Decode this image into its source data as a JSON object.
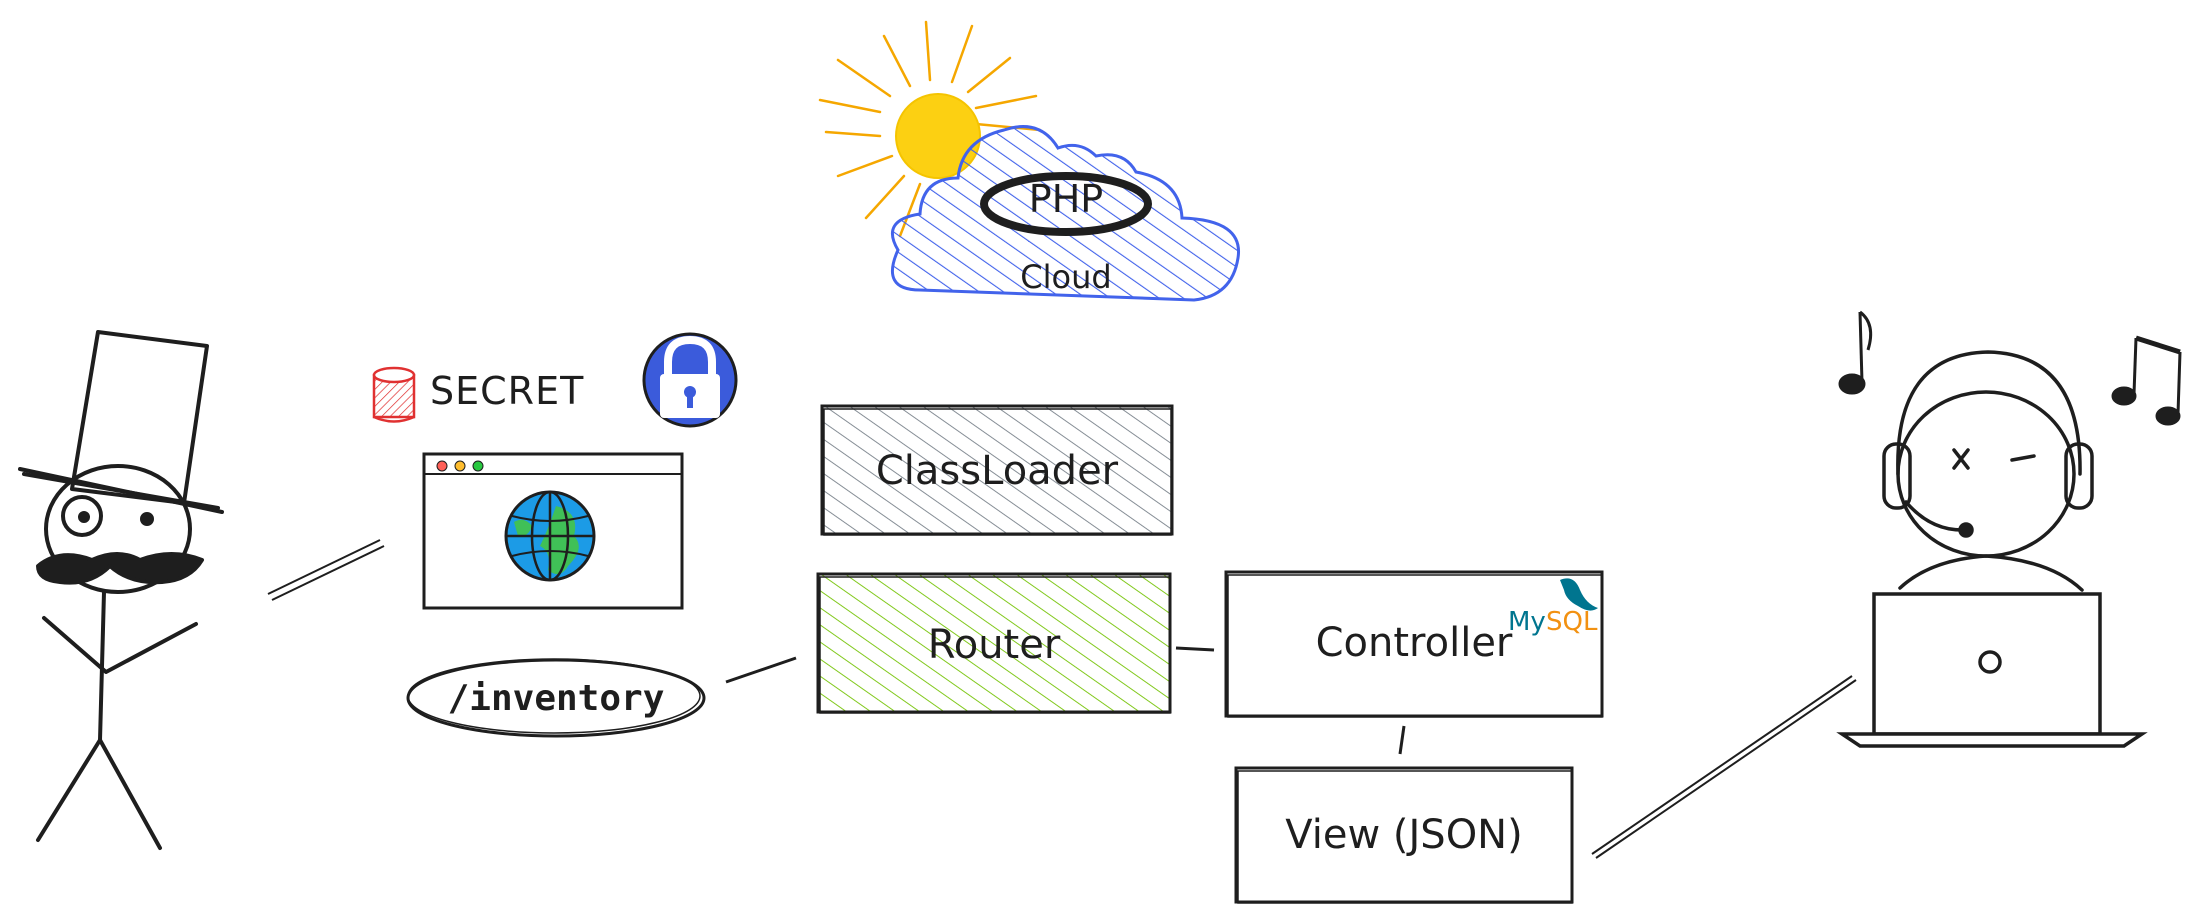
{
  "diagram": {
    "labels": {
      "secret": "SECRET",
      "inventory": "/inventory",
      "classloader": "ClassLoader",
      "router": "Router",
      "controller": "Controller",
      "view": "View (JSON)",
      "php": "PHP",
      "cloud": "Cloud",
      "mysql_my": "My",
      "mysql_sql": "SQL"
    },
    "colors": {
      "stroke": "#1e1e1e",
      "cloud_fill": "#4263eb",
      "sun": "#fcd012",
      "sun_rays": "#f5a700",
      "classloader_hatch": "#868e96",
      "router_hatch": "#82c91e",
      "lock_badge": "#3b5bdb",
      "database_icon": "#e03131",
      "globe_blue": "#1c9be6",
      "globe_green": "#40c057",
      "mysql_blue": "#00758f",
      "mysql_orange": "#f29111",
      "window_red": "#ff5f57",
      "window_yellow": "#ffbd2e",
      "window_green": "#28c840"
    },
    "icons": [
      "stick-figure-top-hat",
      "database-icon",
      "lock-icon",
      "browser-window-icon",
      "globe-icon",
      "sun-icon",
      "cloud-icon",
      "mysql-logo-icon",
      "music-note-icon",
      "developer-with-headphones",
      "laptop-icon"
    ]
  }
}
